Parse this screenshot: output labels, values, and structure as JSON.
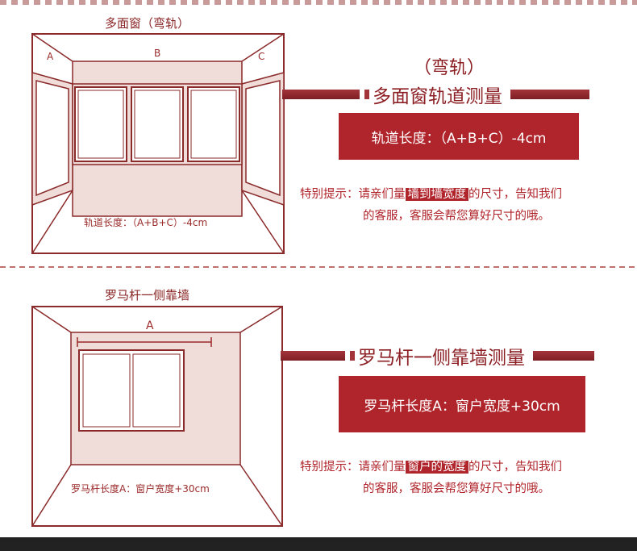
{
  "diagram1": {
    "title": "多面窗（弯轨）",
    "label_a": "A",
    "label_b": "B",
    "label_c": "C",
    "caption": "轨道长度：（A+B+C）-4cm"
  },
  "section1": {
    "sub_heading": "（弯轨）",
    "heading": "多面窗轨道测量",
    "formula": "轨道长度：（A+B+C）-4cm",
    "tip_prefix": "特别提示：请亲们量",
    "tip_highlight": "墙到墙宽度",
    "tip_suffix": "的尺寸，告知我们",
    "tip_line2": "的客服，客服会帮您算好尺寸的哦。"
  },
  "diagram2": {
    "title": "罗马杆一侧靠墙",
    "label_a": "A",
    "caption": "罗马杆长度A：窗户宽度+30cm"
  },
  "section2": {
    "heading": "罗马杆一侧靠墙测量",
    "formula": "罗马杆长度A：窗户宽度+30cm",
    "tip_prefix": "特别提示：请亲们量",
    "tip_highlight": "窗户的宽度",
    "tip_suffix": "的尺寸，告知我们",
    "tip_line2": "的客服，客服会帮您算好尺寸的哦。"
  },
  "colors": {
    "accent": "#b0242b",
    "dark_accent": "#8c1f24",
    "wall_fill": "#f0dcd9",
    "outline": "#8a2a2a"
  }
}
